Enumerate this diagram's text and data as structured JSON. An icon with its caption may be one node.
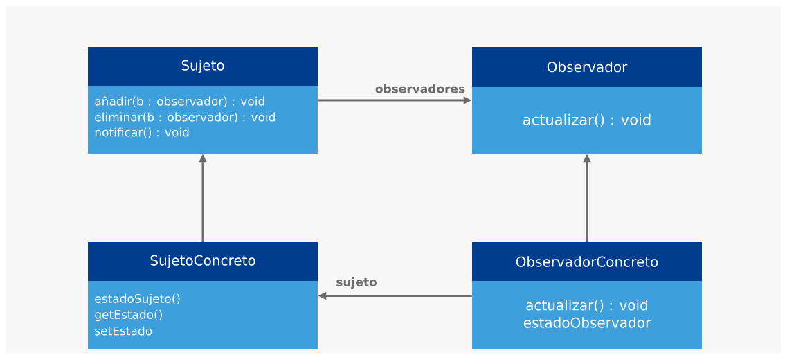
{
  "diagram": {
    "nodes": [
      {
        "text": [
          "Sujeto",
          "añadir(b : observador) : void",
          "eliminar(b : observador) : void",
          "notificar() : void"
        ]
      },
      {
        "text": [
          "Observador",
          "actualizar() : void"
        ]
      },
      {
        "text": [
          "SujetoConcreto",
          "estadoSujeto()",
          "getEstado()",
          "setEstado"
        ]
      },
      {
        "text": [
          "ObservadorConcreto",
          "actualizar() : void",
          "estadoObservador"
        ]
      }
    ],
    "edges": [
      {
        "from": 0,
        "to": 1,
        "arrow": "to",
        "label": "observadores"
      },
      {
        "from": 2,
        "to": 0,
        "arrow": "to"
      },
      {
        "from": 3,
        "to": 1,
        "arrow": "to"
      },
      {
        "from": 3,
        "to": 2,
        "arrow": "to",
        "label": "sujeto"
      }
    ]
  }
}
